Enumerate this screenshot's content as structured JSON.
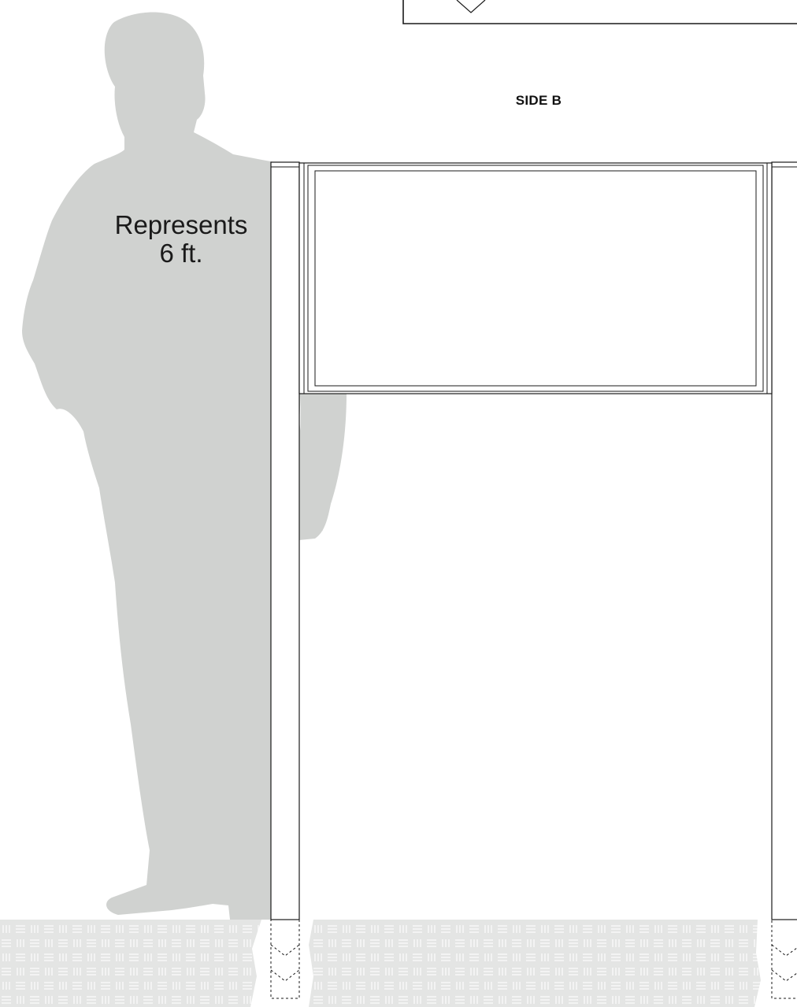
{
  "diagram": {
    "side_label": "SIDE B",
    "silhouette_caption": {
      "line1": "Represents",
      "line2": "6 ft."
    },
    "colors": {
      "silhouette": "#d0d2d0",
      "line": "#1a1a1a",
      "floor": "#e6e7e6",
      "floor_pattern": "#f6f6f6"
    },
    "icons": {
      "human": "human-silhouette-icon"
    }
  }
}
